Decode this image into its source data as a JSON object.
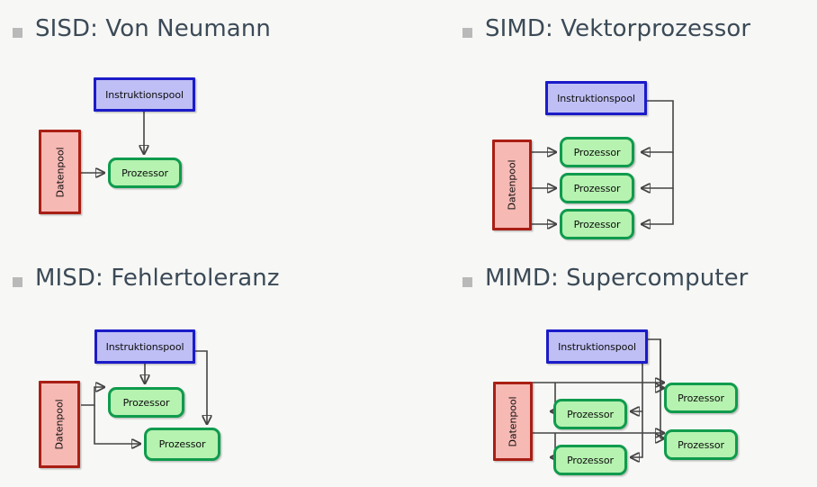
{
  "slide": {
    "background_color": "#f7f7f5",
    "bullet_color": "#b9b9b9",
    "heading_color": "#3b4a57",
    "node_colors": {
      "instruction_pool_fill": "#bfbff5",
      "instruction_pool_border": "#1b1bc9",
      "data_pool_fill": "#f7b9b4",
      "data_pool_border": "#aa1e14",
      "processor_fill": "#b6f2b0",
      "processor_border": "#0f9b4d",
      "wire_color": "#444444"
    }
  },
  "quadrants": [
    {
      "id": "sisd",
      "heading": "SISD: Von Neumann",
      "nodes": {
        "instruction_pool": "Instruktionspool",
        "data_pool": "Datenpool",
        "processors": [
          "Prozessor"
        ]
      }
    },
    {
      "id": "simd",
      "heading": "SIMD: Vektorprozessor",
      "nodes": {
        "instruction_pool": "Instruktionspool",
        "data_pool": "Datenpool",
        "processors": [
          "Prozessor",
          "Prozessor",
          "Prozessor"
        ]
      }
    },
    {
      "id": "misd",
      "heading": "MISD: Fehlertoleranz",
      "nodes": {
        "instruction_pool": "Instruktionspool",
        "data_pool": "Datenpool",
        "processors": [
          "Prozessor",
          "Prozessor"
        ]
      }
    },
    {
      "id": "mimd",
      "heading": "MIMD: Supercomputer",
      "nodes": {
        "instruction_pool": "Instruktionspool",
        "data_pool": "Datenpool",
        "processors": [
          "Prozessor",
          "Prozessor",
          "Prozessor",
          "Prozessor"
        ]
      }
    }
  ]
}
